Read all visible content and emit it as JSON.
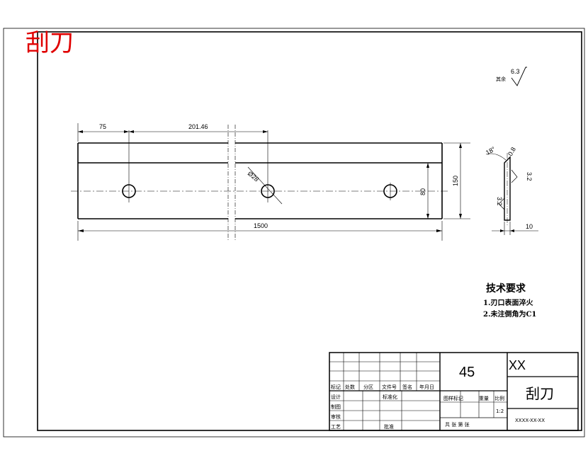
{
  "overlay_title": "刮刀",
  "roughness": {
    "prefix": "其余",
    "value": "6.3"
  },
  "dimensions": {
    "edge_offset": "75",
    "hole_spacing": "201.46",
    "hole_dia": "Ø28",
    "total_length": "1500",
    "hole_height": "80",
    "total_height": "150",
    "bevel_angle": "18°",
    "roughness_edge": "0.8",
    "roughness_side": "3.2",
    "roughness_face": "3.2",
    "thickness": "10"
  },
  "tech_requirements": {
    "heading": "技术要求",
    "items": [
      "1.刃口表面淬火",
      "2.未注倒角为C1"
    ]
  },
  "title_block": {
    "material": "45",
    "company": "XX",
    "part_name": "刮刀",
    "drawing_no": "XXXX-XX-XX",
    "headers": [
      "标记",
      "处数",
      "分区",
      "文件号",
      "签名",
      "年月日"
    ],
    "roles": [
      "设计",
      "制图",
      "审核",
      "工艺"
    ],
    "standardization": "标准化",
    "approve": "批准",
    "mark_labels": [
      "图样标记",
      "重量",
      "比例"
    ],
    "scale": "1:2",
    "sheet_text": "共   张   第   张"
  }
}
